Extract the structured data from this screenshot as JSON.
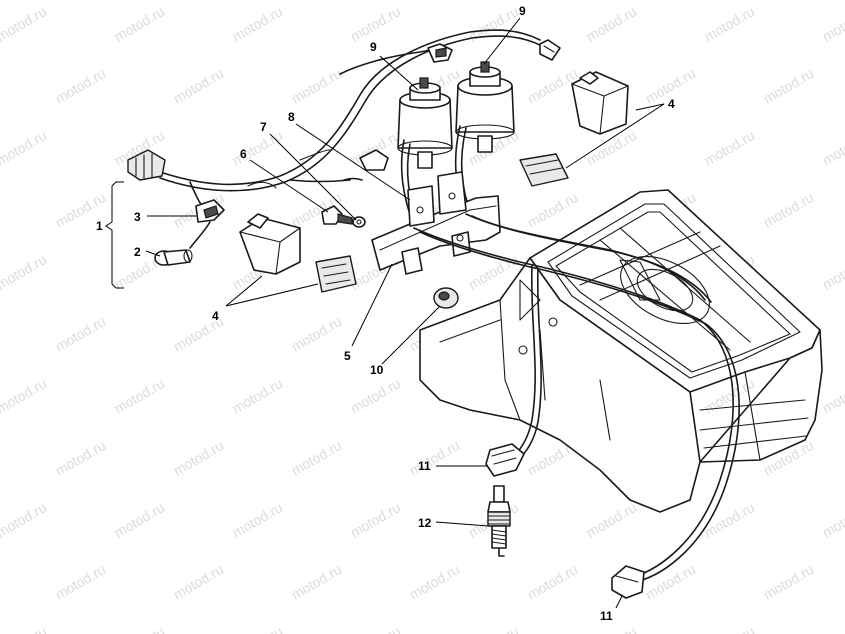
{
  "watermark": "motod.ru",
  "callouts": [
    {
      "id": "1",
      "label": "1"
    },
    {
      "id": "2",
      "label": "2"
    },
    {
      "id": "3",
      "label": "3"
    },
    {
      "id": "4a",
      "label": "4"
    },
    {
      "id": "4b",
      "label": "4"
    },
    {
      "id": "5",
      "label": "5"
    },
    {
      "id": "6",
      "label": "6"
    },
    {
      "id": "7",
      "label": "7"
    },
    {
      "id": "8",
      "label": "8"
    },
    {
      "id": "9a",
      "label": "9"
    },
    {
      "id": "9b",
      "label": "9"
    },
    {
      "id": "10",
      "label": "10"
    },
    {
      "id": "11a",
      "label": "11"
    },
    {
      "id": "11b",
      "label": "11"
    },
    {
      "id": "12",
      "label": "12"
    }
  ]
}
